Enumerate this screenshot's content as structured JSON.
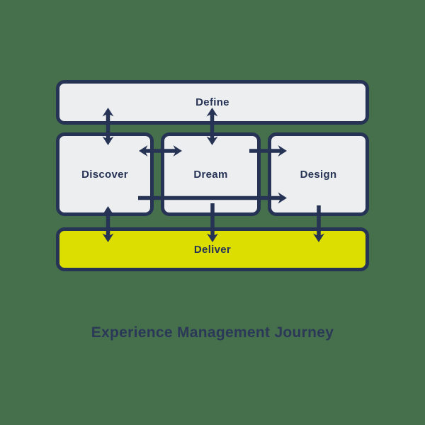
{
  "title": {
    "text": "Experience Management Journey"
  },
  "boxes": {
    "define": {
      "label": "Define"
    },
    "discover": {
      "label": "Discover"
    },
    "dream": {
      "label": "Dream"
    },
    "design": {
      "label": "Design"
    },
    "deliver": {
      "label": "Deliver"
    }
  },
  "connections": [
    {
      "from": "Define",
      "to": "Discover",
      "direction": "two-way"
    },
    {
      "from": "Define",
      "to": "Dream",
      "direction": "two-way"
    },
    {
      "from": "Discover",
      "to": "Dream",
      "direction": "two-way"
    },
    {
      "from": "Dream",
      "to": "Design",
      "direction": "one-way"
    },
    {
      "from": "Discover",
      "to": "Design",
      "direction": "one-way"
    },
    {
      "from": "Discover",
      "to": "Deliver",
      "direction": "two-way"
    },
    {
      "from": "Dream",
      "to": "Deliver",
      "direction": "one-way"
    },
    {
      "from": "Design",
      "to": "Deliver",
      "direction": "one-way"
    }
  ],
  "colors": {
    "background_green": "#46704c",
    "outline_navy": "#263355",
    "box_fill_gray": "#eceef0",
    "deliver_fill_yellow": "#dcdd00",
    "title_text": "#2b3857"
  }
}
